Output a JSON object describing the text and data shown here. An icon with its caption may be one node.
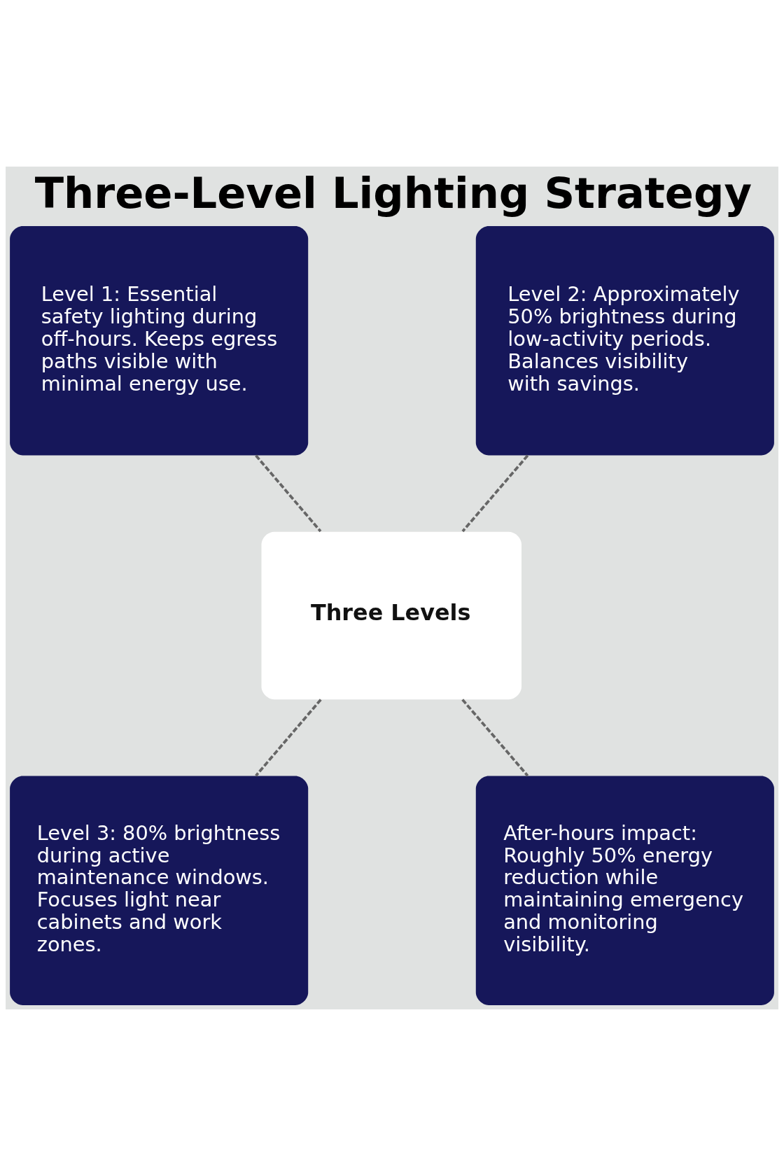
{
  "diagram": {
    "title": "Three-Level Lighting Strategy",
    "nodes": [
      {
        "text": [
          "Level 1: Essential safety lighting during off-hours. Keeps egress paths visible with minimal energy use."
        ]
      },
      {
        "text": [
          "Level 2: Approximately 50% brightness during low-activity periods. Balances visibility with savings."
        ]
      },
      {
        "text": [
          "Three Levels"
        ]
      },
      {
        "text": [
          "Level 3: 80% brightness during active maintenance windows. Focuses light near cabinets and work zones."
        ]
      },
      {
        "text": [
          "After-hours impact: Roughly 50% energy reduction while maintaining emergency and monitoring visibility."
        ]
      }
    ],
    "edges": [
      {
        "from": 0,
        "to": 2,
        "arrow": "none",
        "style": "dashed"
      },
      {
        "from": 1,
        "to": 2,
        "arrow": "none",
        "style": "dashed"
      },
      {
        "from": 2,
        "to": 3,
        "arrow": "none",
        "style": "dashed"
      },
      {
        "from": 2,
        "to": 4,
        "arrow": "none",
        "style": "dashed"
      }
    ]
  }
}
